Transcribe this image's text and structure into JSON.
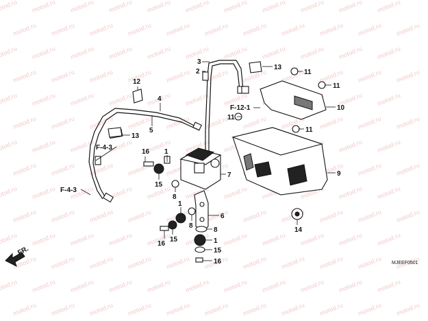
{
  "watermark": {
    "text": "motod.ru",
    "color": "#f1caca"
  },
  "callouts": [
    {
      "id": "c1a",
      "text": "1"
    },
    {
      "id": "c1b",
      "text": "1"
    },
    {
      "id": "c1c",
      "text": "1"
    },
    {
      "id": "c2",
      "text": "2"
    },
    {
      "id": "c3",
      "text": "3"
    },
    {
      "id": "c4",
      "text": "4"
    },
    {
      "id": "c5",
      "text": "5"
    },
    {
      "id": "c6",
      "text": "6"
    },
    {
      "id": "c7",
      "text": "7"
    },
    {
      "id": "c8a",
      "text": "8"
    },
    {
      "id": "c8b",
      "text": "8"
    },
    {
      "id": "c8c",
      "text": "8"
    },
    {
      "id": "c9",
      "text": "9"
    },
    {
      "id": "c10",
      "text": "10"
    },
    {
      "id": "c11a",
      "text": "11"
    },
    {
      "id": "c11b",
      "text": "11"
    },
    {
      "id": "c11c",
      "text": "11"
    },
    {
      "id": "c11d",
      "text": "11"
    },
    {
      "id": "c12",
      "text": "12"
    },
    {
      "id": "c13a",
      "text": "13"
    },
    {
      "id": "c13b",
      "text": "13"
    },
    {
      "id": "c14",
      "text": "14"
    },
    {
      "id": "c15a",
      "text": "15"
    },
    {
      "id": "c15b",
      "text": "15"
    },
    {
      "id": "c15c",
      "text": "15"
    },
    {
      "id": "c16a",
      "text": "16"
    },
    {
      "id": "c16b",
      "text": "16"
    },
    {
      "id": "c16c",
      "text": "16"
    }
  ],
  "references": {
    "f12": "F-12-1",
    "f4_upper": "F-4-3",
    "f4_lower": "F-4-3"
  },
  "front_arrow_label": "FR.",
  "diagram_code": "MJEEF0501"
}
